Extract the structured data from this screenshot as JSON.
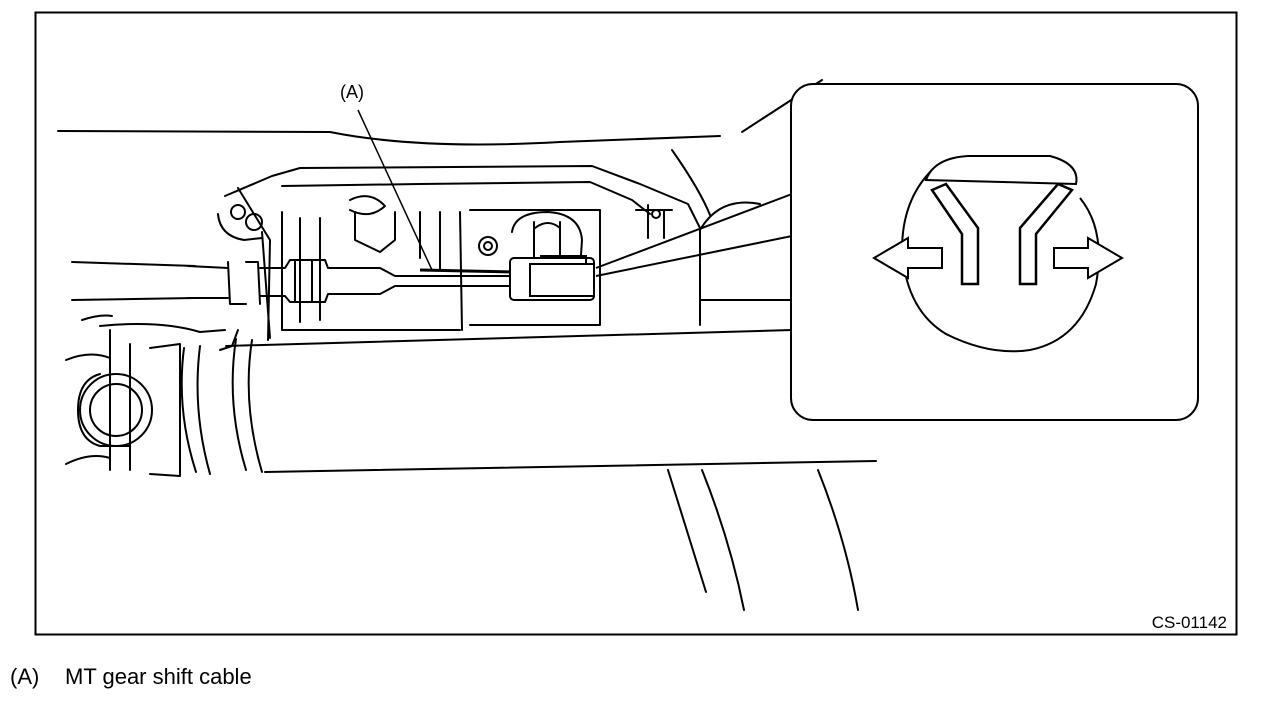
{
  "figure": {
    "callout_label": "(A)",
    "figure_code": "CS-01142"
  },
  "legend": {
    "items": [
      {
        "key": "(A)",
        "text": "MT gear shift cable"
      }
    ]
  }
}
